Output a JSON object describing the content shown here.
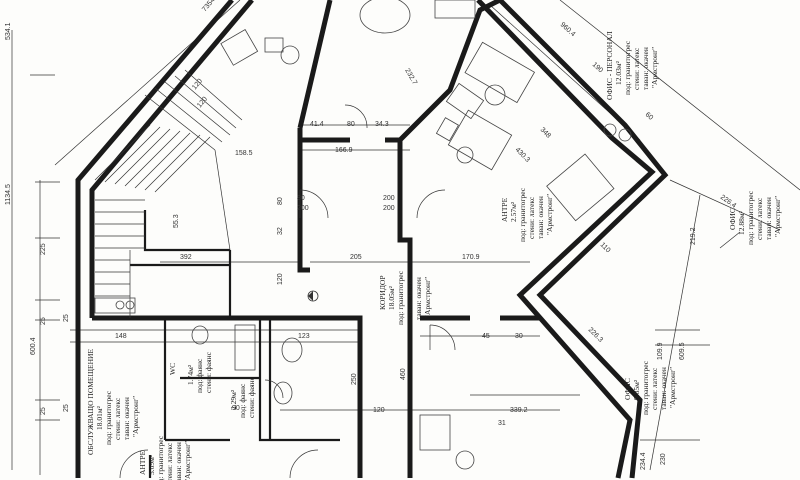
{
  "dimensions": {
    "d1": "534.1",
    "d2": "7354",
    "d3": "960.4",
    "d4": "1134.5",
    "d5": "120",
    "d6": "120",
    "d7": "41.4",
    "d8": "80",
    "d9": "34.3",
    "d10": "158.5",
    "d11": "166.9",
    "d12": "232.7",
    "d13": "225",
    "d14": "392",
    "d15": "205",
    "d16": "170.9",
    "d17": "219.2",
    "d18": "148",
    "d19": "600.4",
    "d20": "123",
    "d21": "250",
    "d22": "460",
    "d23": "120",
    "d24": "90",
    "d25": "45",
    "d26": "30",
    "d27": "339.2",
    "d28": "109.9",
    "d29": "609.5",
    "d30": "234.4",
    "d31": "230",
    "d32": "226.4",
    "d33": "226.3",
    "d34": "110",
    "d35": "348",
    "d36": "430.3",
    "d37": "190",
    "d38": "60",
    "d39": "25",
    "d40": "25",
    "d41": "80",
    "d42": "200",
    "d43": "200",
    "d44": "55.3",
    "d45": "32",
    "d46": "80",
    "d47": "200",
    "d48": "120",
    "d49": "25",
    "d50": "25",
    "d51": "31"
  },
  "rooms": {
    "office_top_name": "ОФИС - ПЕРСОНАЛ",
    "office_top_area": "12.03м²",
    "office_right_name": "ОФИС",
    "office_right_area": "12.88м²",
    "office_bottom_name": "ОФИС",
    "office_bottom_area": "9.85м²",
    "lobby_name": "АНТРЕ",
    "lobby_area": "2.57м²",
    "corridor_name": "КОРИДОР",
    "corridor_area": "18.05м²",
    "service_name": "ОБСЛУЖВАЩО ПОМЕЩЕНИЕ",
    "service_area": "18.01м²",
    "wc_name": "WC",
    "wc_area": "1.74м²",
    "bath_area": "2.29м²",
    "entry2_name": "АНТРЕ",
    "entry2_area": "5.09м²",
    "floor_note": "под: гранитогрес",
    "wall_note": "стени: латекс",
    "ceiling_note": "таван: окачен",
    "brand_note": "\"Армстронг\"",
    "wc_floor": "под: фаянс",
    "wc_wall": "стени: фаянс"
  }
}
